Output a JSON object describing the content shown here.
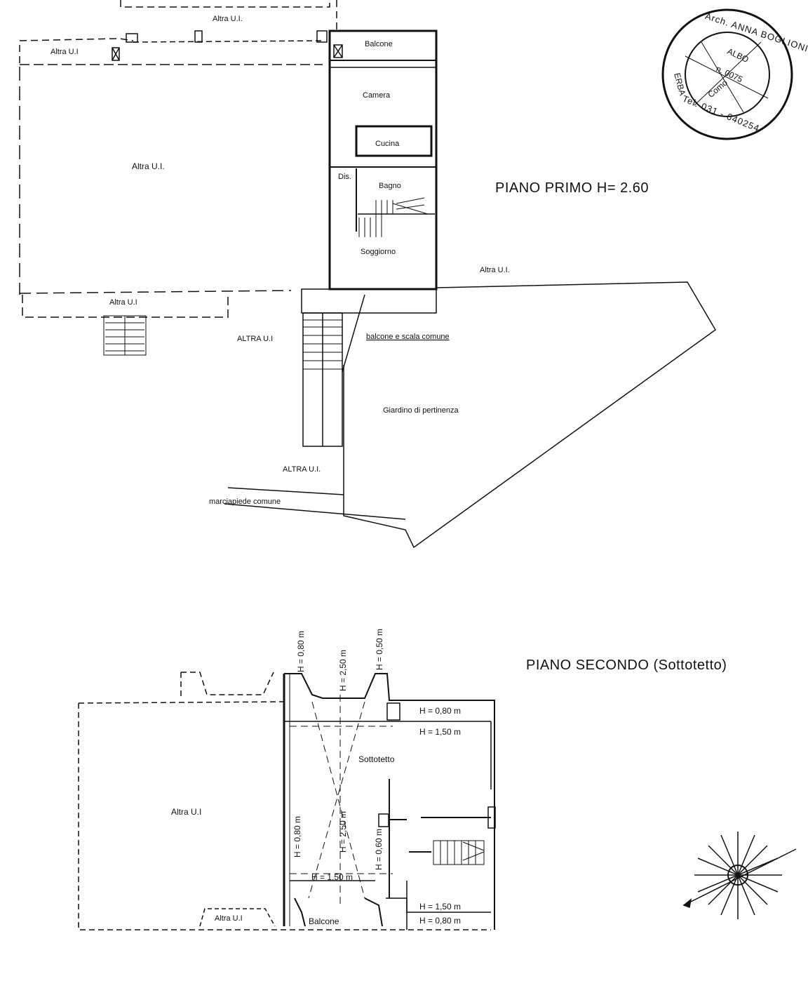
{
  "titles": {
    "piano_primo": "PIANO PRIMO H= 2.60",
    "piano_secondo": "PIANO SECONDO (Sottotetto)"
  },
  "stamp": {
    "name": "Arch. ANNA BOGLIONI",
    "region": "ALBO",
    "number": "n. 0075",
    "province": "Como",
    "city": "ERBA",
    "phone": "Tel. 031 - 640254"
  },
  "piano_primo": {
    "altra_top": "Altra U.I.",
    "altra_left_top": "Altra U.I",
    "altra_big": "Altra U.I.",
    "balcone": "Balcone",
    "camera": "Camera",
    "cucina": "Cucina",
    "dis": "Dis.",
    "bagno": "Bagno",
    "soggiorno": "Soggiorno",
    "altra_right": "Altra U.I.",
    "altra_bottom_left": "Altra U.I",
    "altra_stairs": "ALTRA U.I",
    "balcone_scala": "balcone e scala comune",
    "giardino": "Giardino di pertinenza",
    "altra_lower": "ALTRA U.I.",
    "marciapiede": "marciapiede comune"
  },
  "piano_secondo": {
    "altra_big": "Altra U.I",
    "altra_small": "Altra U.I",
    "sottotetto": "Sottotetto",
    "balcone": "Balcone",
    "h_080_top": "H = 0,80 m",
    "h_250_top": "H = 2,50 m",
    "h_050_top": "H = 0,50 m",
    "h_080_right": "H = 0,80 m",
    "h_150_right": "H = 1,50 m",
    "h_080_left": "H = 0,80 m",
    "h_250_mid": "H = 2,50 m",
    "h_060_mid": "H = 0,60 m",
    "h_150_bottom": "H = 1,50 m",
    "h_150_br": "H = 1,50 m",
    "h_080_br": "H = 0,80 m"
  },
  "icons": {
    "stamp": "architect-stamp-icon",
    "compass": "compass-rose-icon"
  }
}
